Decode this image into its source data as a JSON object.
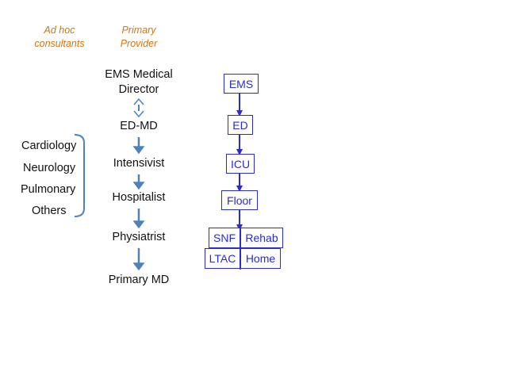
{
  "headers": {
    "adhoc": "Ad hoc\nconsultants",
    "primary": "Primary\nProvider"
  },
  "consultants": [
    "Cardiology",
    "Neurology",
    "Pulmonary",
    "Others"
  ],
  "providers": [
    "EMS Medical\nDirector",
    "ED-MD",
    "Intensivist",
    "Hospitalist",
    "Physiatrist",
    "Primary MD"
  ],
  "flow": {
    "ems": "EMS",
    "ed": "ED",
    "icu": "ICU",
    "floor": "Floor",
    "snf": "SNF",
    "rehab": "Rehab",
    "ltac": "LTAC",
    "home": "Home"
  },
  "colors": {
    "header": "#d4750f",
    "flow": "#2b2bd0",
    "provider_arrow": "#4f81bd",
    "text": "#111111"
  }
}
